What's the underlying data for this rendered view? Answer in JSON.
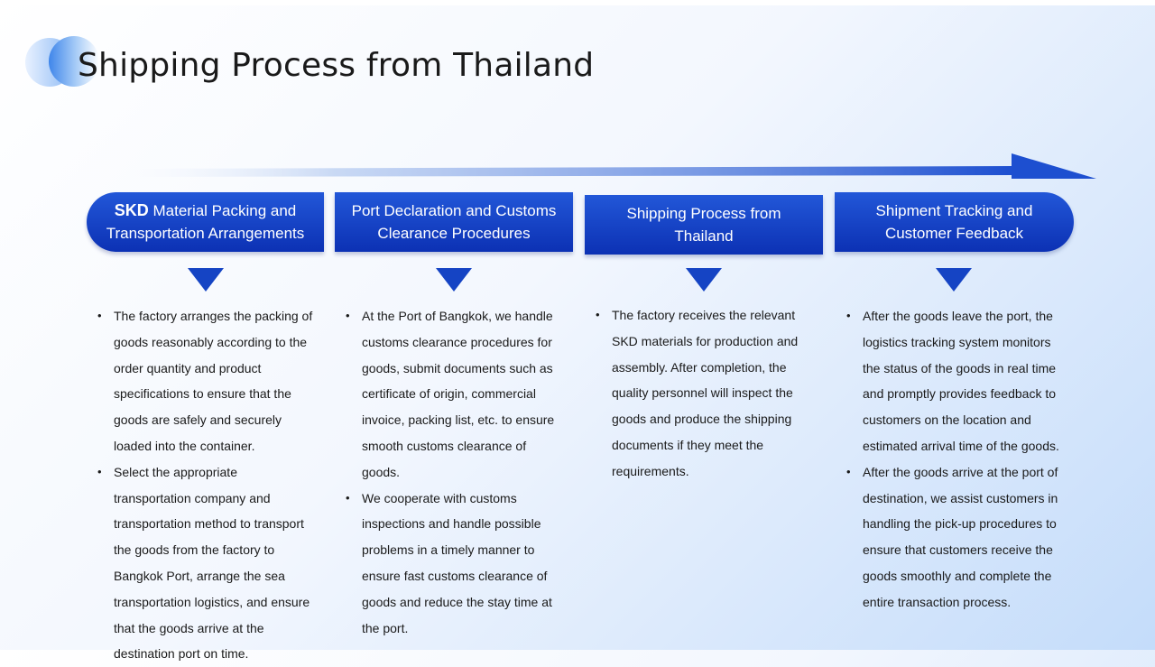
{
  "title": "Shipping Process from Thailand",
  "colors": {
    "accent": "#0c31b4",
    "accent_light": "#2257d8",
    "text": "#1a1a1a"
  },
  "steps": [
    {
      "title_bold": "SKD",
      "title_rest": "Material Packing and Transportation Arrangements"
    },
    {
      "title": "Port Declaration and Customs Clearance Procedures"
    },
    {
      "title": "Shipping Process from Thailand"
    },
    {
      "title": "Shipment Tracking and Customer Feedback"
    }
  ],
  "columns": [
    {
      "bullets": [
        "The factory arranges the packing of goods reasonably according to the order quantity and product specifications to ensure that the goods are safely and securely loaded into the container.",
        "Select the appropriate transportation company and transportation method to transport the goods from the factory to Bangkok Port, arrange the sea transportation logistics, and ensure that the goods arrive at the destination port on time."
      ]
    },
    {
      "bullets": [
        "At the Port of Bangkok, we handle customs clearance procedures for goods, submit documents such as certificate of origin, commercial invoice, packing list, etc. to ensure smooth customs clearance of goods.",
        "We cooperate with customs inspections and handle possible problems in a timely manner to ensure fast customs clearance of goods and reduce the stay time at the port."
      ]
    },
    {
      "bullets": [
        "The factory receives the relevant SKD materials for production and assembly. After completion, the quality personnel will inspect the goods and produce the shipping documents if they meet the requirements."
      ]
    },
    {
      "bullets": [
        "After the goods leave the port, the logistics tracking system monitors the status of the goods in real time and promptly provides feedback to customers on the location and estimated arrival time of the goods.",
        "After the goods arrive at the port of destination, we assist customers in handling the pick-up procedures to ensure that customers receive the goods smoothly and complete the entire transaction process."
      ]
    }
  ]
}
